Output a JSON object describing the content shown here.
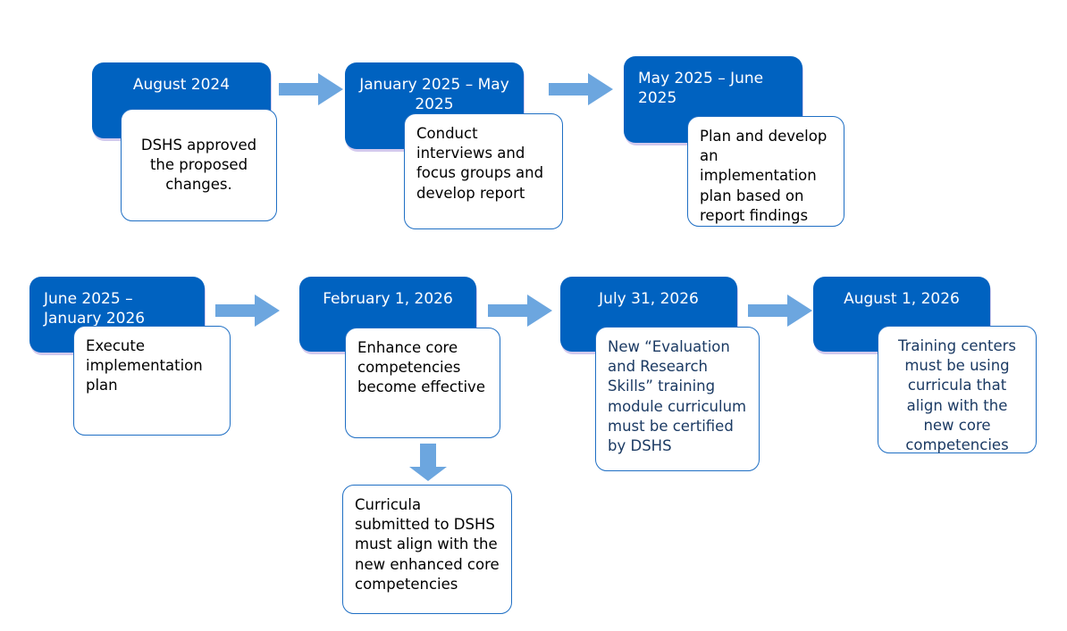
{
  "diagram": {
    "type": "process-timeline-flowchart",
    "title": "DSHS core competencies implementation timeline",
    "colors": {
      "card_blue": "#0062C0",
      "card_blue_text": "#FFFFFF",
      "callout_border": "#1F6FC4",
      "callout_bg": "#FFFFFF",
      "callout_text_black": "#000000",
      "callout_text_navy": "#1B3A63",
      "arrow_blue": "#6CA6DF",
      "page_bg": "#FFFFFF"
    },
    "rows": [
      {
        "name": "row-1",
        "steps": [
          {
            "id": "step-1",
            "date": "August 2024",
            "date_align": "center",
            "body": "DSHS approved the proposed changes.",
            "body_align": "center",
            "body_color": "black"
          },
          {
            "id": "step-2",
            "date": "January 2025 – May 2025",
            "date_align": "center",
            "body": "Conduct interviews and focus groups and develop report",
            "body_align": "left",
            "body_color": "black"
          },
          {
            "id": "step-3",
            "date": "May 2025 – June 2025",
            "date_align": "left",
            "body": "Plan and develop an implementation plan based on report findings",
            "body_align": "left",
            "body_color": "black"
          }
        ]
      },
      {
        "name": "row-2",
        "steps": [
          {
            "id": "step-4",
            "date": "June 2025 – January 2026",
            "date_align": "left",
            "body": "Execute implementation plan",
            "body_align": "left",
            "body_color": "black"
          },
          {
            "id": "step-5",
            "date": "February 1, 2026",
            "date_align": "center",
            "body": "Enhance core competencies become effective",
            "body_align": "left",
            "body_color": "black"
          },
          {
            "id": "step-6",
            "date": "July 31, 2026",
            "date_align": "center",
            "body": "New “Evaluation and Research Skills” training module curriculum must be certified by DSHS",
            "body_align": "left",
            "body_color": "navy"
          },
          {
            "id": "step-7",
            "date": "August 1, 2026",
            "date_align": "center",
            "body": "Training centers must be using curricula that align with the new core competencies",
            "body_align": "center",
            "body_color": "navy"
          }
        ]
      }
    ],
    "branch": {
      "id": "step-5-branch",
      "from": "step-5",
      "body": "Curricula submitted to DSHS must align with the new enhanced core competencies",
      "body_align": "left",
      "body_color": "black"
    },
    "connectors": [
      {
        "id": "arrow-1-2",
        "direction": "right",
        "icon": "arrow-right-icon"
      },
      {
        "id": "arrow-2-3",
        "direction": "right",
        "icon": "arrow-right-icon"
      },
      {
        "id": "arrow-4-5",
        "direction": "right",
        "icon": "arrow-right-icon"
      },
      {
        "id": "arrow-5-6",
        "direction": "right",
        "icon": "arrow-right-icon"
      },
      {
        "id": "arrow-6-7",
        "direction": "right",
        "icon": "arrow-right-icon"
      },
      {
        "id": "arrow-5-branch",
        "direction": "down",
        "icon": "arrow-down-icon"
      }
    ]
  }
}
